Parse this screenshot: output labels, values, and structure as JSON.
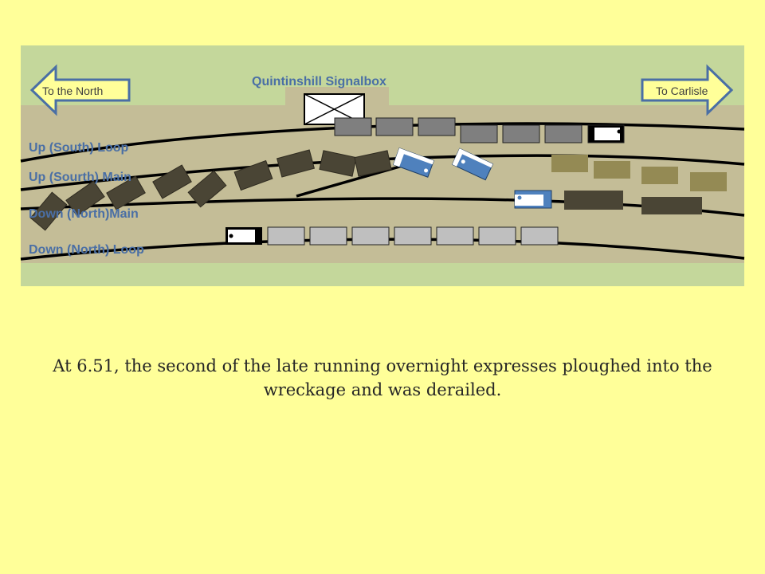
{
  "title": "Quintinshill Signalbox",
  "directions": {
    "north": "To the North",
    "carlisle": "To Carlisle"
  },
  "tracks": [
    "Up (South) Loop",
    "Up (Sourth) Main",
    "Down  (North)Main",
    "Down (North) Loop"
  ],
  "caption": "At 6.51, the second of the late running overnight expresses ploughed into the wreckage and was derailed.",
  "colors": {
    "page": "#ffff99",
    "grass": "#c4d79b",
    "ballast": "#c4bd97",
    "label": "#4a6fa5",
    "arrow": "#4a6fa5",
    "troop_carriage": "#4a4535",
    "goods_wagon": "#948a54",
    "loop_coach_up": "#7f7f7f",
    "loop_coach_down": "#bfbfbf",
    "express_engine": "#4f81bd"
  }
}
